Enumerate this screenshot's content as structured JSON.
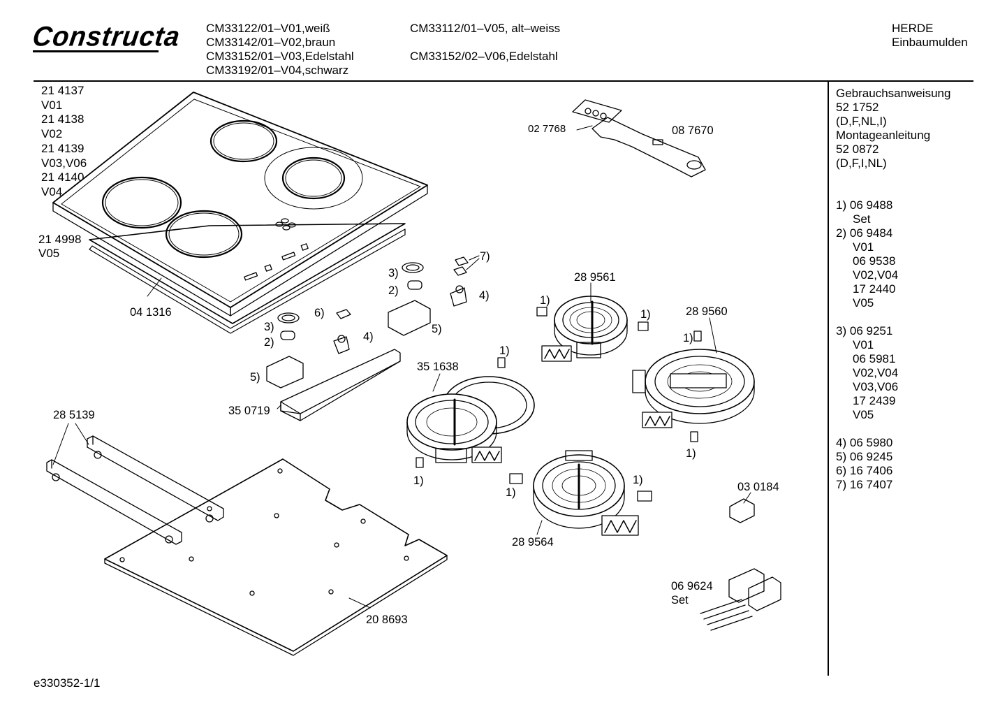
{
  "header": {
    "brand": "Constructa",
    "models_col1": [
      "CM33122/01–V01,weiß",
      "CM33142/01–V02,braun",
      "CM33152/01–V03,Edelstahl",
      "CM33192/01–V04,schwarz"
    ],
    "models_col2": [
      "CM33112/01–V05, alt–weiss",
      "CM33152/02–V06,Edelstahl"
    ],
    "right": [
      "HERDE",
      "Einbaumulden"
    ]
  },
  "variants": [
    "21 4137",
    "V01",
    "21 4138",
    "V02",
    "21 4139",
    "V03,V06",
    "21 4140",
    "V04"
  ],
  "variant_b": [
    "21 4998",
    "V05"
  ],
  "labels": {
    "frame": "04 1316",
    "n3a": "3)",
    "n2a": "2)",
    "n6": "6)",
    "n4a": "4)",
    "n5a": "5)",
    "n3b": "3)",
    "n2b": "2)",
    "n7": "7)",
    "n4b": "4)",
    "n5b": "5)",
    "rail": "35 0719",
    "scraper_small": "02 7768",
    "scraper": "08 7670",
    "heater_28_9561": "28 9561",
    "heater_28_9560": "28 9560",
    "heater_35_1638": "35 1638",
    "heater_28_9564": "28 9564",
    "bracket": "28 5139",
    "base": "20 8693",
    "terminal": "03 0184",
    "set_part": "06 9624",
    "set_word": "Set",
    "n1": "1)"
  },
  "sidebar": {
    "docs": [
      "Gebrauchsanweisung",
      "52 1752",
      "(D,F,NL,I)",
      "Montageanleitung",
      "52 0872",
      "(D,F,I,NL)"
    ],
    "parts": [
      {
        "key": "1)",
        "lines": [
          "06 9488",
          "Set"
        ]
      },
      {
        "key": "2)",
        "lines": [
          "06 9484",
          "V01",
          "06 9538",
          "V02,V04",
          "17 2440",
          "V05"
        ]
      },
      {
        "key": "3)",
        "lines": [
          "06 9251",
          "V01",
          "06 5981",
          "V02,V04",
          "V03,V06",
          "17 2439",
          "V05"
        ]
      },
      {
        "key": "4)",
        "lines": [
          "06 5980"
        ]
      },
      {
        "key": "5)",
        "lines": [
          "06 9245"
        ]
      },
      {
        "key": "6)",
        "lines": [
          "16 7406"
        ]
      },
      {
        "key": "7)",
        "lines": [
          "16 7407"
        ]
      }
    ]
  },
  "footer": {
    "code": "e330352-1/1"
  }
}
